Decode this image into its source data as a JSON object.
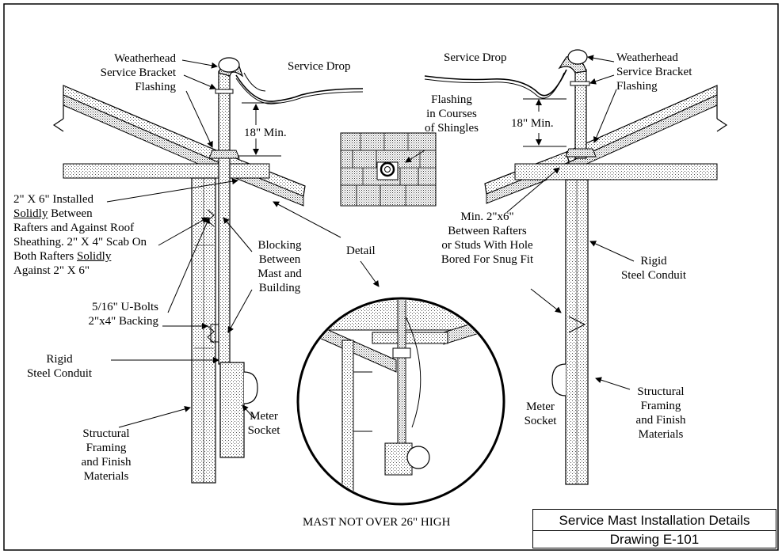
{
  "left": {
    "weatherhead": "Weatherhead",
    "service_bracket": "Service Bracket",
    "flashing": "Flashing",
    "service_drop": "Service Drop",
    "min_height": "18\" Min.",
    "install_note": {
      "l1": "2\" X 6\" Installed",
      "l2a": "Solidly",
      "l2b": " Between",
      "l3": "Rafters and Against Roof",
      "l4": "Sheathing. 2\" X 4\" Scab On",
      "l5a": "Both Rafters ",
      "l5b": "Solidly",
      "l6": "Against 2\" X 6\""
    },
    "blocking": [
      "Blocking",
      "Between",
      "Mast and",
      "Building"
    ],
    "ubolts": [
      "5/16\" U-Bolts",
      "2\"x4\" Backing"
    ],
    "conduit": [
      "Rigid",
      "Steel Conduit"
    ],
    "meter": [
      "Meter",
      "Socket"
    ],
    "structural": [
      "Structural",
      "Framing",
      "and Finish",
      "Materials"
    ]
  },
  "center": {
    "flashing_courses": [
      "Flashing",
      "in Courses",
      "of Shingles"
    ],
    "detail": "Detail",
    "rafters_note": [
      "Min. 2\"x6\"",
      "Between Rafters",
      "or Studs With Hole",
      "Bored For Snug Fit"
    ],
    "mast_note": "MAST NOT OVER 26\" HIGH"
  },
  "right": {
    "service_drop": "Service Drop",
    "weatherhead": "Weatherhead",
    "service_bracket": "Service Bracket",
    "flashing": "Flashing",
    "min_height": "18\" Min.",
    "conduit": [
      "Rigid",
      "Steel Conduit"
    ],
    "meter": [
      "Meter",
      "Socket"
    ],
    "structural": [
      "Structural",
      "Framing",
      "and Finish",
      "Materials"
    ]
  },
  "title_block": {
    "title": "Service Mast Installation Details",
    "drawing": "Drawing E-101"
  }
}
